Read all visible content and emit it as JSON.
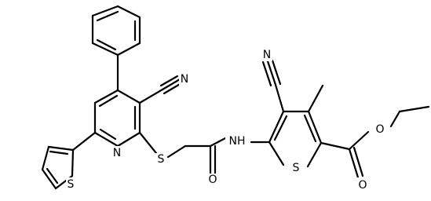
{
  "atom_labels": {
    "cn_left_N": "N",
    "cn_right_N": "N",
    "pyridine_N": "N",
    "thiophene_S_left": "S",
    "thioether_S": "S",
    "amide_NH": "NH",
    "amide_O": "O",
    "thiophene_S_right": "S",
    "ester_O_single": "O",
    "ester_O_double": "O"
  }
}
